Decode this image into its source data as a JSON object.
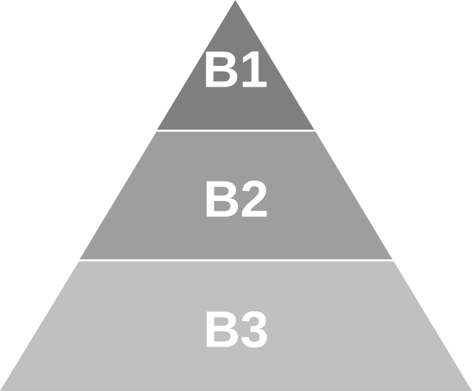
{
  "diagram": {
    "type": "pyramid",
    "tiers": [
      {
        "label": "B1",
        "color": "#7f7f7f"
      },
      {
        "label": "B2",
        "color": "#9e9e9e"
      },
      {
        "label": "B3",
        "color": "#c0c0c0"
      }
    ],
    "separator_color": "#ffffff"
  }
}
